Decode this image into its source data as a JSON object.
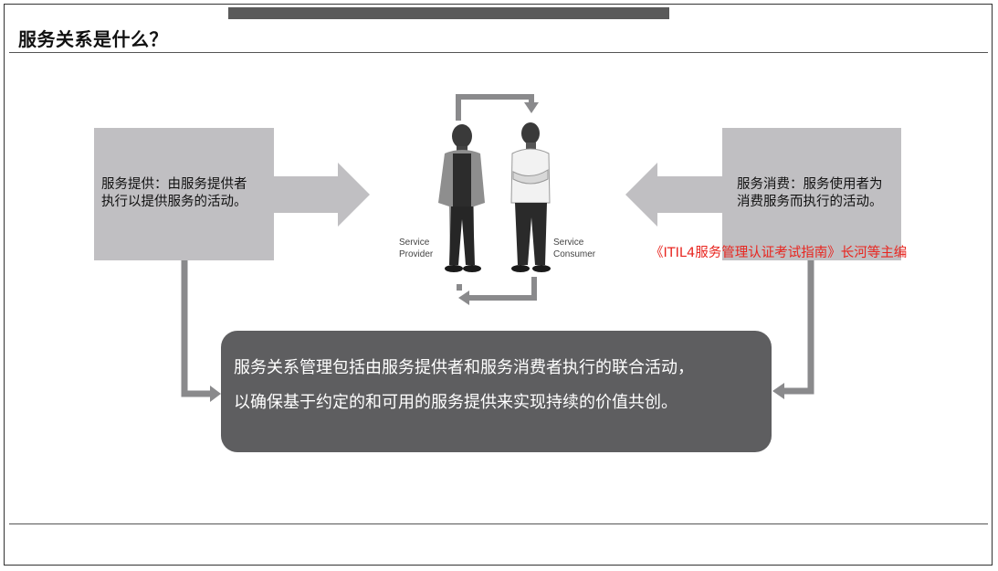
{
  "page": {
    "title": "服务关系是什么？"
  },
  "provision_box": {
    "line1": "服务提供：由服务提供者",
    "line2": "执行以提供服务的活动。"
  },
  "consumption_box": {
    "line1": "服务消费：服务使用者为",
    "line2": "消费服务而执行的活动。"
  },
  "illustration": {
    "provider_line1": "Service",
    "provider_line2": "Provider",
    "consumer_line1": "Service",
    "consumer_line2": "Consumer"
  },
  "citation": "《ITIL4服务管理认证考试指南》长河等主编",
  "summary": {
    "line1": "服务关系管理包括由服务提供者和服务消费者执行的联合活动，",
    "line2": "以确保基于约定的和可用的服务提供来实现持续的价值共创。"
  },
  "colors": {
    "box_fill": "#c0bfc2",
    "summary_fill": "#5e5e60",
    "connector": "#8a8a8c",
    "citation_red": "#e8251f"
  }
}
